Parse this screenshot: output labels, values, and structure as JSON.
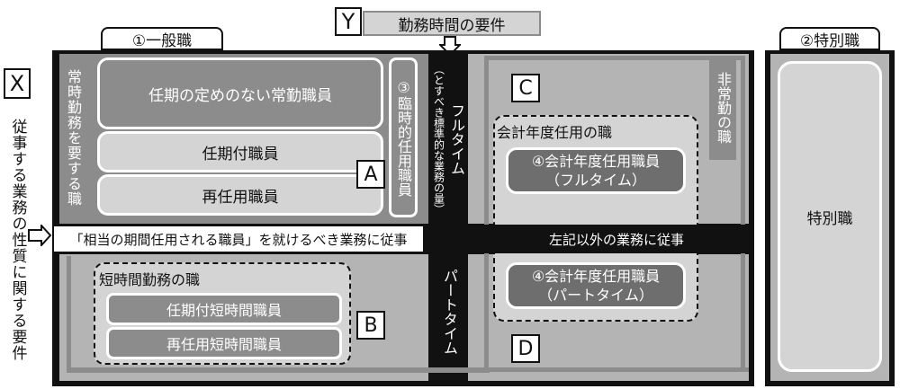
{
  "y_letter": "Y",
  "y_label": "勤務時間の要件",
  "x_letter": "X",
  "x_label": "従事する業務の性質に関する要件",
  "ippan_label": "①一般職",
  "tokubetsu_tab_label": "②特別職",
  "tokubetsu_label": "特別職",
  "hijokin_label": "非常勤の職",
  "jokin_label": "常時勤務を要する職",
  "fulltime_label": "フルタイム",
  "fulltime_sub": "（とすべき標準的な業務の量）",
  "parttime_label": "パートタイム",
  "boxes": {
    "ninki_nashi": "任期の定めのない常勤職員",
    "ninkitsuki": "任期付職員",
    "sainin": "再任用職員",
    "rinji": "③臨時的任用職員",
    "kaikei_title": "会計年度任用の職",
    "kaikei_full_line1": "④会計年度任用職員",
    "kaikei_full_line2": "（フルタイム）",
    "kaikei_part_line1": "④会計年度任用職員",
    "kaikei_part_line2": "（パートタイム）",
    "tanjikan_title": "短時間勤務の職",
    "ninkitsuki_tanjikan": "任期付短時間職員",
    "sainin_tanjikan": "再任用短時間職員"
  },
  "band_left": "「相当の期間任用される職員」を就けるべき業務に従事",
  "band_right": "左記以外の業務に従事",
  "quadrants": {
    "a": "A",
    "b": "B",
    "c": "C",
    "d": "D"
  },
  "colors": {
    "dark": "#111111",
    "mid": "#8c8c8c",
    "light": "#b4b4b4",
    "lighter": "#d4d4d4"
  }
}
